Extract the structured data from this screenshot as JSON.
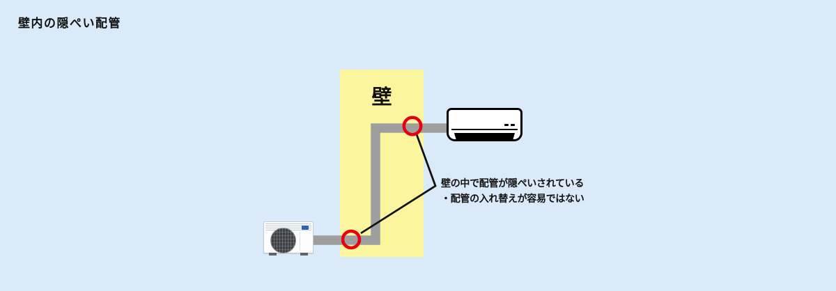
{
  "title": "壁内の隠ぺい配管",
  "diagram": {
    "wall_label": "壁",
    "annotation": {
      "line1": "壁の中で配管が隠ぺいされている",
      "line2": "・配管の入れ替えが容易ではない"
    },
    "icons": {
      "indoor_unit": "air-conditioner-indoor-unit-icon",
      "outdoor_unit": "air-conditioner-outdoor-unit-icon",
      "wall_penetration_markers": "red-circle-highlight-icon",
      "piping": "refrigerant-pipe-shape"
    },
    "colors": {
      "background": "#dbeaf8",
      "wall_fill": "#fbf69e",
      "pipe_gray": "#9e9e9e",
      "marker_red": "#e60012",
      "ink_black": "#111111"
    }
  }
}
